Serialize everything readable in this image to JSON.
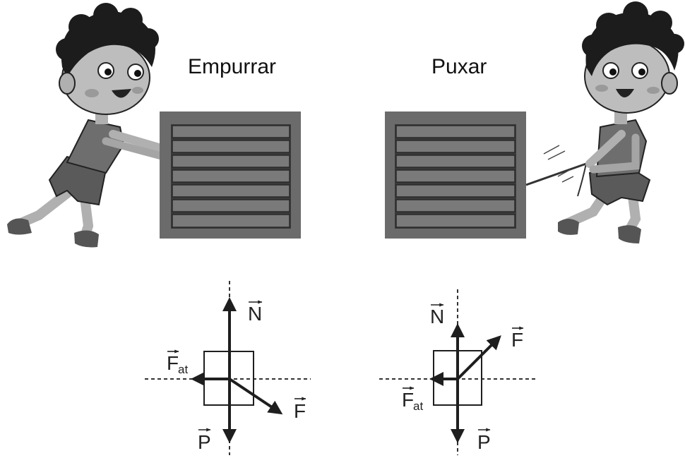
{
  "scenes": {
    "push": {
      "caption": "Empurrar"
    },
    "pull": {
      "caption": "Puxar"
    }
  },
  "diagrams": {
    "push": {
      "forces": {
        "normal": {
          "label": "N"
        },
        "weight": {
          "label": "P"
        },
        "applied": {
          "label": "F"
        },
        "friction": {
          "label": "F",
          "subscript": "at"
        }
      }
    },
    "pull": {
      "forces": {
        "normal": {
          "label": "N"
        },
        "weight": {
          "label": "P"
        },
        "applied": {
          "label": "F"
        },
        "friction": {
          "label": "F",
          "subscript": "at"
        }
      }
    }
  },
  "colors": {
    "crate_frame": "#6b6b6b",
    "crate_slat": "#7a7a7a",
    "arrow": "#1e1e1e"
  },
  "icons": [
    "boy-pushing-illustration",
    "boy-pulling-illustration",
    "wooden-crate-icon"
  ]
}
